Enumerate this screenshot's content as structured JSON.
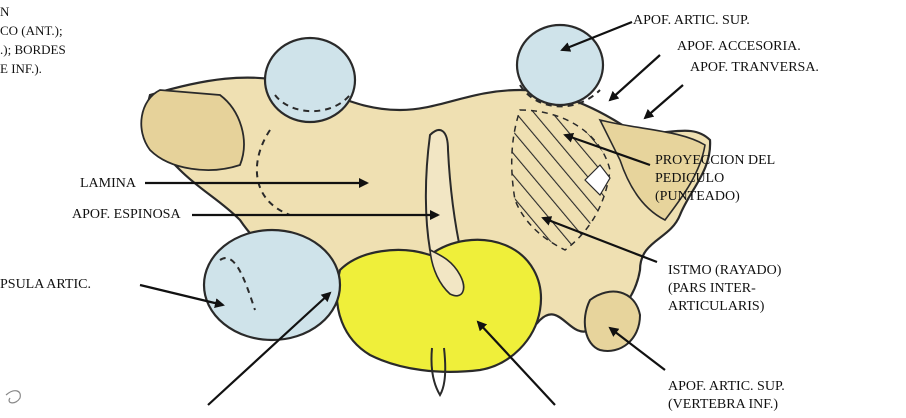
{
  "colors": {
    "bone_fill": "#efe0b2",
    "bone_shade": "#d9c27d",
    "facet_blue": "#cfe3ea",
    "body_yellow": "#efef3a",
    "outline": "#2a2a2a",
    "label_text": "#111111"
  },
  "labels": {
    "top_note": [
      "N",
      "CO  (ANT.);",
      ".);  BORDES",
      "E INF.)."
    ],
    "apof_artic_sup": "APOF. ARTIC. SUP.",
    "apof_accesoria": "APOF. ACCESORIA.",
    "apof_tranversa": "APOF. TRANVERSA.",
    "proyeccion": [
      "PROYECCION DEL",
      "PEDICULO",
      "(PUNTEADO)"
    ],
    "lamina": "LAMINA",
    "apof_espinosa": "APOF. ESPINOSA",
    "istmo": [
      "ISTMO (RAYADO)",
      "(PARS  INTER-",
      "ARTICULARIS)"
    ],
    "capsula": "PSULA ARTIC.",
    "apof_artic_sup_inf": [
      "APOF. ARTIC. SUP.",
      "(VERTEBRA INF.)"
    ]
  }
}
